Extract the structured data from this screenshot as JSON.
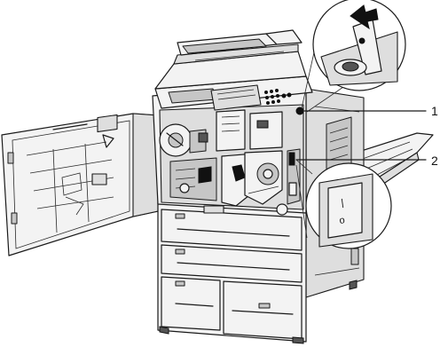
{
  "callouts": [
    {
      "label": "1"
    },
    {
      "label": "2"
    }
  ],
  "power_switch": {
    "on_mark": "|",
    "off_mark": "o"
  }
}
